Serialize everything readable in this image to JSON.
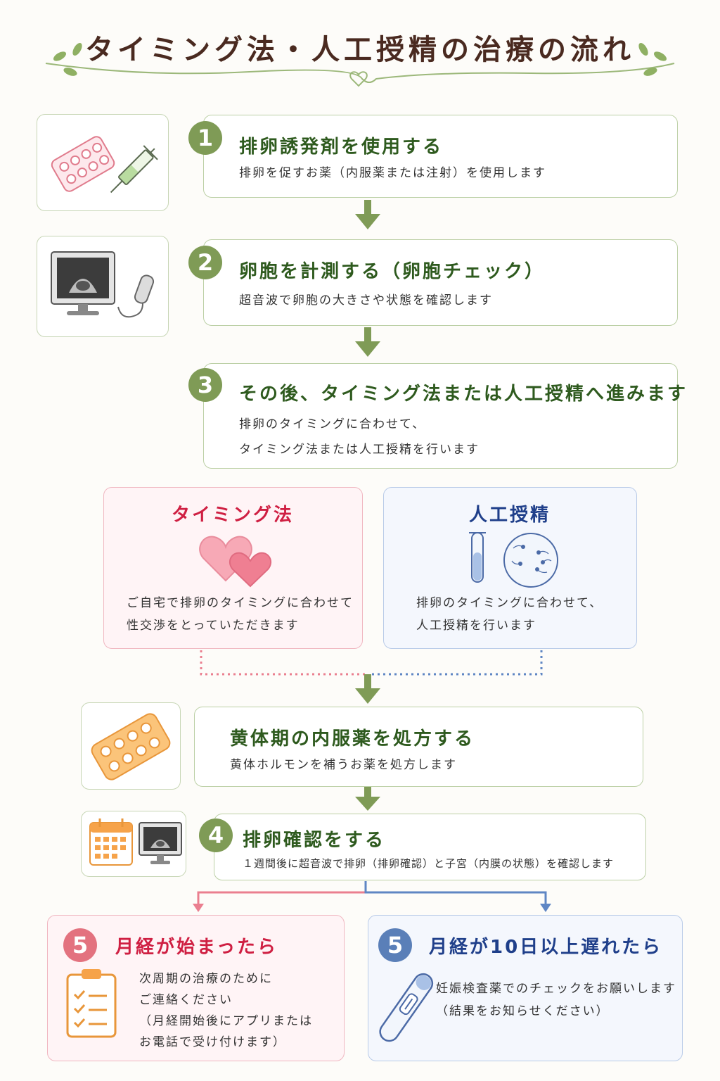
{
  "title": "タイミング法・人工授精の治療の流れ",
  "colors": {
    "green": "#7f9b56",
    "pink": "#e3727f",
    "blue": "#5a7fb8",
    "title": "#4a2a20"
  },
  "steps": {
    "s1": {
      "num": "1",
      "title": "排卵誘発剤を使用する",
      "desc": "排卵を促すお薬（内服薬または注射）を使用します",
      "icons": [
        "pill-pack-icon",
        "syringe-icon"
      ]
    },
    "s2": {
      "num": "2",
      "title": "卵胞を計測する（卵胞チェック）",
      "desc": "超音波で卵胞の大きさや状態を確認します",
      "icons": [
        "ultrasound-monitor-icon"
      ]
    },
    "s3": {
      "num": "3",
      "title": "その後、タイミング法または人工授精へ進みます",
      "desc1": "排卵のタイミングに合わせて、",
      "desc2": "タイミング法または人工授精を行います"
    },
    "timing": {
      "title": "タイミング法",
      "desc1": "ご自宅で排卵のタイミングに合わせて",
      "desc2": "性交渉をとっていただきます",
      "icons": [
        "hearts-icon"
      ]
    },
    "ai": {
      "title": "人工授精",
      "desc1": "排卵のタイミングに合わせて、",
      "desc2": "人工授精を行います",
      "icons": [
        "test-tube-icon",
        "sperm-dish-icon"
      ]
    },
    "luteal": {
      "title": "黄体期の内服薬を処方する",
      "desc": "黄体ホルモンを補うお薬を処方します",
      "icons": [
        "pill-pack-icon"
      ]
    },
    "s4": {
      "num": "4",
      "title": "排卵確認をする",
      "desc": "１週間後に超音波で排卵（排卵確認）と子宮（内膜の状態）を確認します",
      "icons": [
        "calendar-icon",
        "ultrasound-monitor-icon"
      ]
    },
    "s5a": {
      "num": "5",
      "title": "月経が始まったら",
      "desc1": "次周期の治療のために",
      "desc2": "ご連絡ください",
      "desc3": "（月経開始後にアプリまたは",
      "desc4": "お電話で受け付けます）",
      "icons": [
        "clipboard-checklist-icon"
      ]
    },
    "s5b": {
      "num": "5",
      "title": "月経が10日以上遅れたら",
      "desc1": "妊娠検査薬でのチェックをお願いします",
      "desc2": "（結果をお知らせください）",
      "icons": [
        "pregnancy-test-icon"
      ]
    }
  }
}
